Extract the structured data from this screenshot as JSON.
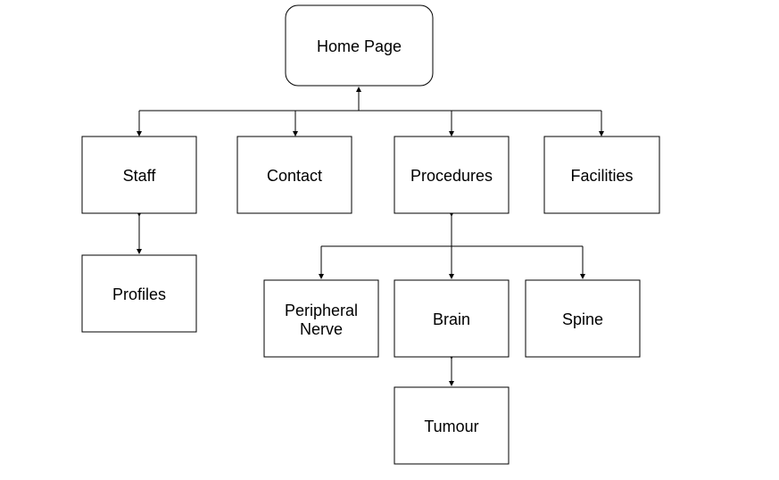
{
  "nodes": {
    "home": "Home Page",
    "staff": "Staff",
    "contact": "Contact",
    "procedures": "Procedures",
    "facilities": "Facilities",
    "profiles": "Profiles",
    "peripheral_line1": "Peripheral",
    "peripheral_line2": "Nerve",
    "brain": "Brain",
    "spine": "Spine",
    "tumour": "Tumour"
  }
}
